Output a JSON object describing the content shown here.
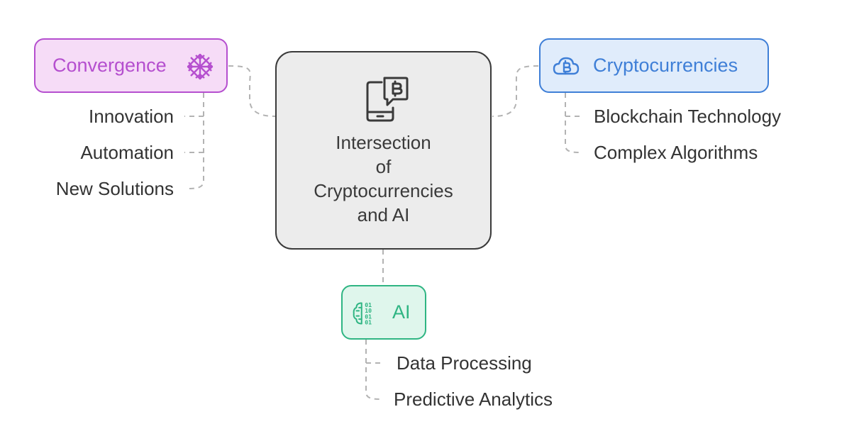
{
  "center": {
    "title": "Intersection\nof\nCryptocurrencies\nand AI",
    "icon": "smartphone-bitcoin-chat-icon"
  },
  "branches": {
    "convergence": {
      "label": "Convergence",
      "icon": "snowflake-ornament-icon",
      "color": "#b54fcf",
      "items": [
        "Innovation",
        "Automation",
        "New Solutions"
      ]
    },
    "cryptocurrencies": {
      "label": "Cryptocurrencies",
      "icon": "bitcoin-cloud-icon",
      "color": "#3f7fd7",
      "items": [
        "Blockchain Technology",
        "Complex Algorithms"
      ]
    },
    "ai": {
      "label": "AI",
      "icon": "brain-binary-icon",
      "color": "#2fb583",
      "items": [
        "Data Processing",
        "Predictive Analytics"
      ]
    }
  },
  "colors": {
    "center_fill": "#ececec",
    "center_border": "#3a3a3a",
    "connector": "#b3b3b3",
    "text": "#333333"
  }
}
